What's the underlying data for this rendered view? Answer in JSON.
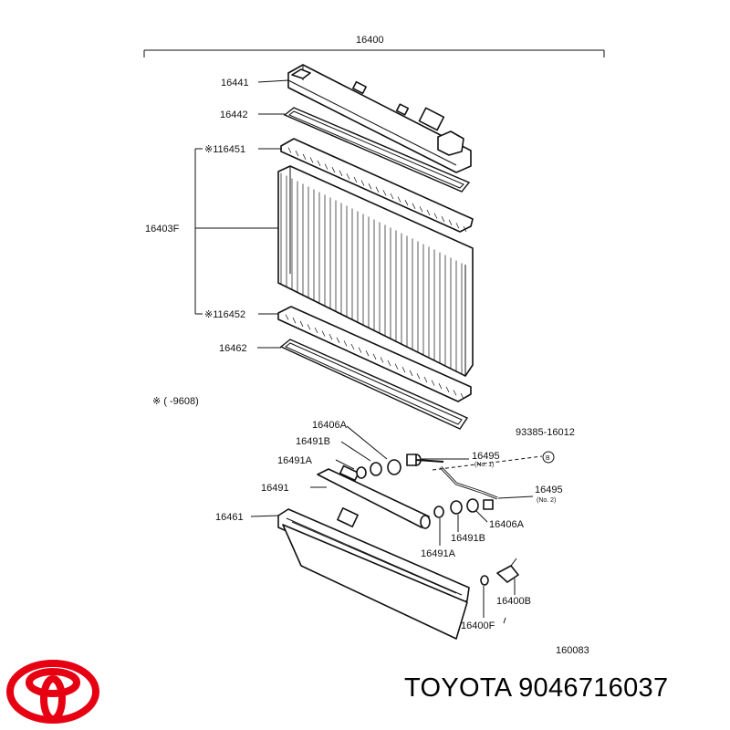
{
  "diagram": {
    "assembly_label": "16400",
    "note_label": "※ (       -9608)",
    "figure_number": "160083",
    "callouts": [
      {
        "id": "c1",
        "text": "16441"
      },
      {
        "id": "c2",
        "text": "16442"
      },
      {
        "id": "c3",
        "text": "※116451"
      },
      {
        "id": "c4",
        "text": "16403F"
      },
      {
        "id": "c5",
        "text": "※116452"
      },
      {
        "id": "c6",
        "text": "16462"
      },
      {
        "id": "c7",
        "text": "16406A"
      },
      {
        "id": "c8",
        "text": "16491B"
      },
      {
        "id": "c9",
        "text": "16491A"
      },
      {
        "id": "c10",
        "text": "16491"
      },
      {
        "id": "c11",
        "text": "16461"
      },
      {
        "id": "c12",
        "text": "16495"
      },
      {
        "id": "c13",
        "text": "(No. 1)"
      },
      {
        "id": "c14",
        "text": "93385-16012"
      },
      {
        "id": "c15",
        "text": "B"
      },
      {
        "id": "c16",
        "text": "16495"
      },
      {
        "id": "c17",
        "text": "(No. 2)"
      },
      {
        "id": "c18",
        "text": "16406A"
      },
      {
        "id": "c19",
        "text": "16491B"
      },
      {
        "id": "c20",
        "text": "16491A"
      },
      {
        "id": "c21",
        "text": "16400B"
      },
      {
        "id": "c22",
        "text": "16400F"
      }
    ]
  },
  "footer": {
    "brand_text": "TOYOTA 9046716037",
    "logo_icon": "toyota-logo-icon",
    "logo_color": "#e60012"
  }
}
